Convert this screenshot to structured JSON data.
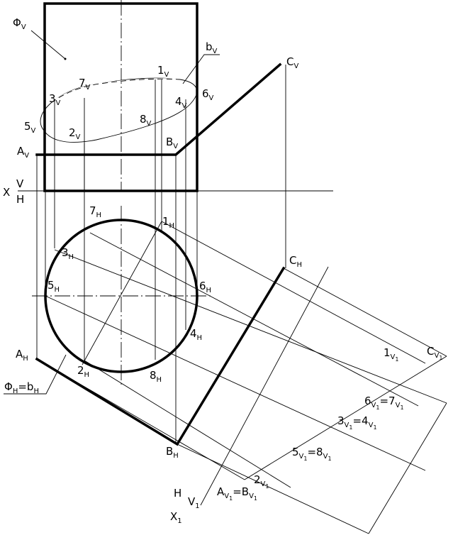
{
  "labels": {
    "phi_v": {
      "main": "Φ",
      "sub": "V"
    },
    "b_v": {
      "main": "b",
      "sub": "V"
    },
    "c_v": {
      "main": "C",
      "sub": "V"
    },
    "p1_v": {
      "main": "1",
      "sub": "V"
    },
    "p6_v": {
      "main": "6",
      "sub": "V"
    },
    "p7_v": {
      "main": "7",
      "sub": "V"
    },
    "p3_v": {
      "main": "3",
      "sub": "V"
    },
    "p4_v": {
      "main": "4",
      "sub": "V"
    },
    "p8_v": {
      "main": "8",
      "sub": "V"
    },
    "p5_v": {
      "main": "5",
      "sub": "V"
    },
    "p2_v": {
      "main": "2",
      "sub": "V"
    },
    "a_v": {
      "main": "A",
      "sub": "V"
    },
    "bb_v": {
      "main": "B",
      "sub": "V"
    },
    "x_axis": {
      "x": "X",
      "top": "V",
      "bottom": "H"
    },
    "p7_h": {
      "main": "7",
      "sub": "H"
    },
    "p1_h": {
      "main": "1",
      "sub": "H"
    },
    "p3_h": {
      "main": "3",
      "sub": "H"
    },
    "c_h": {
      "main": "C",
      "sub": "H"
    },
    "p5_h": {
      "main": "5",
      "sub": "H"
    },
    "p6_h": {
      "main": "6",
      "sub": "H"
    },
    "p4_h": {
      "main": "4",
      "sub": "H"
    },
    "a_h": {
      "main": "A",
      "sub": "H"
    },
    "p2_h": {
      "main": "2",
      "sub": "H"
    },
    "p8_h": {
      "main": "8",
      "sub": "H"
    },
    "phi_h_eq_b_h": {
      "a": "Φ",
      "a_sub": "H",
      "eq": "=b",
      "b_sub": "H"
    },
    "b_h": {
      "main": "B",
      "sub": "H"
    },
    "p1_v1": {
      "main": "1",
      "sub": "V",
      "sub2": "1"
    },
    "c_v1": {
      "main": "C",
      "sub": "V",
      "sub2": "1"
    },
    "p6_v1_eq_7": {
      "a": "6",
      "a_sub": "V",
      "a_sub2": "1",
      "eq": "=7",
      "b_sub": "V",
      "b_sub2": "1"
    },
    "p3_v1_eq_4": {
      "a": "3",
      "a_sub": "V",
      "a_sub2": "1",
      "eq": "=4",
      "b_sub": "V",
      "b_sub2": "1"
    },
    "p5_v1_eq_8": {
      "a": "5",
      "a_sub": "V",
      "a_sub2": "1",
      "eq": "=8",
      "b_sub": "V",
      "b_sub2": "1"
    },
    "p2_v1": {
      "main": "2",
      "sub": "V",
      "sub2": "1"
    },
    "h_axis": "H",
    "v1_axis": {
      "main": "V",
      "sub": "1"
    },
    "a_v1_eq_b_v1": {
      "a": "A",
      "a_sub": "V",
      "a_sub2": "1",
      "eq": "=B",
      "b_sub": "V",
      "b_sub2": "1"
    },
    "x1_axis": {
      "main": "X",
      "sub": "1"
    }
  }
}
